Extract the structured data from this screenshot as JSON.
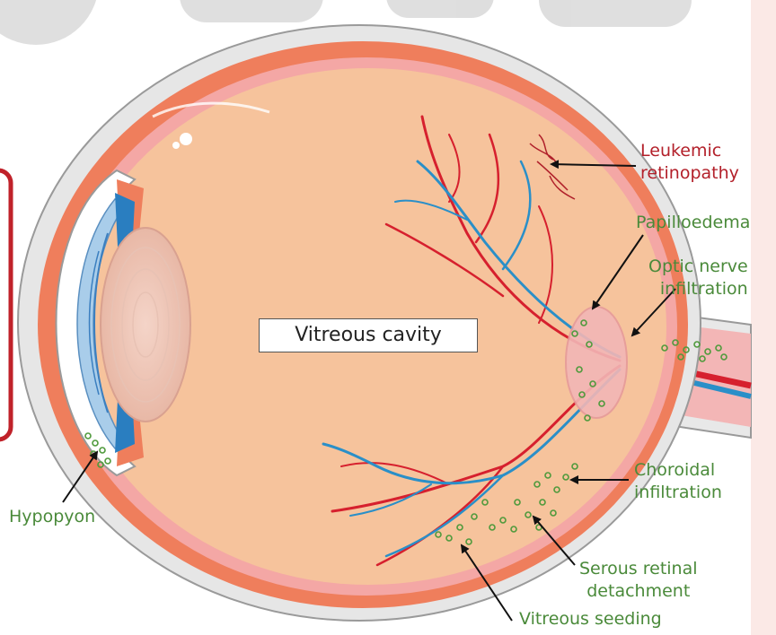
{
  "colors": {
    "sclera": "#f08a6a",
    "vitreous": "#f6c39c",
    "retina": "#f2b3b0",
    "artery": "#d6202e",
    "vein": "#2a8fc8",
    "label_red": "#b3202a",
    "label_green": "#4a8a3a",
    "infiltrate": "#4f9a3c"
  },
  "labels": {
    "vitreous_cavity": "Vitreous cavity",
    "leukemic_retinopathy": [
      "Leukemic",
      "retinopathy"
    ],
    "papilloedema": "Papilloedema",
    "optic_nerve_infiltration": [
      "Optic nerve",
      "infiltration"
    ],
    "choroidal_infiltration": [
      "Choroidal",
      "infiltration"
    ],
    "serous_retinal_detachment": [
      "Serous retinal",
      "detachment"
    ],
    "vitreous_seeding": "Vitreous seeding",
    "hypopyon": "Hypopyon"
  },
  "icons": {
    "arrow": "arrow-icon",
    "infiltrate_dot": "green-dot-icon"
  }
}
